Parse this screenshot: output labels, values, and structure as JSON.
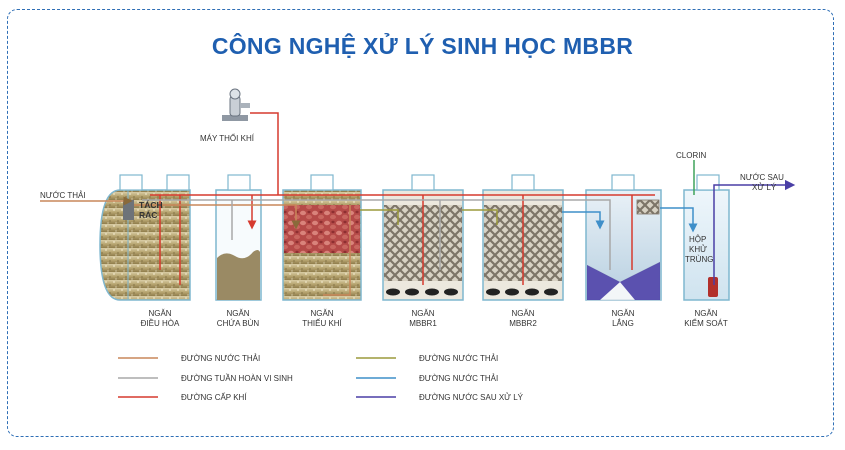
{
  "title": "CÔNG NGHỆ XỬ LÝ SINH HỌC MBBR",
  "colors": {
    "waste_water": "#c9875a",
    "recirculation": "#a8a8a8",
    "air_supply": "#d63a2e",
    "waste_water_2": "#9b9a3c",
    "waste_water_3": "#3f8fc9",
    "treated_water": "#4a3fa6",
    "frame": "#2f6fb6",
    "title": "#1f5fb0"
  },
  "labels": {
    "inlet": "NƯỚC THẢI",
    "blower": "MÁY THỔI KHÍ",
    "screen_line1": "TÁCH",
    "screen_line2": "RÁC",
    "chlorine": "CLORIN",
    "outlet_line1": "NƯỚC SAU",
    "outlet_line2": "XỬ LÝ",
    "disinfect_line1": "HỘP",
    "disinfect_line2": "KHỬ",
    "disinfect_line3": "TRÙNG"
  },
  "tanks": [
    {
      "line1": "NGĂN",
      "line2": "ĐIỀU HÒA"
    },
    {
      "line1": "NGĂN",
      "line2": "CHỨA BÙN"
    },
    {
      "line1": "NGĂN",
      "line2": "THIẾU KHÍ"
    },
    {
      "line1": "NGĂN",
      "line2": "MBBR1"
    },
    {
      "line1": "NGĂN",
      "line2": "MBBR2"
    },
    {
      "line1": "NGĂN",
      "line2": "LẮNG"
    },
    {
      "line1": "NGĂN",
      "line2": "KIỂM SOÁT"
    }
  ],
  "legend": [
    {
      "label": "ĐƯỜNG NƯỚC THẢI",
      "color": "#c9875a"
    },
    {
      "label": "ĐƯỜNG TUẦN HOÀN VI SINH",
      "color": "#a8a8a8"
    },
    {
      "label": "ĐƯỜNG CẤP KHÍ",
      "color": "#d63a2e"
    },
    {
      "label": "ĐƯỜNG NƯỚC THẢI",
      "color": "#9b9a3c"
    },
    {
      "label": "ĐƯỜNG NƯỚC THẢI",
      "color": "#3f8fc9"
    },
    {
      "label": "ĐƯỜNG NƯỚC SAU XỬ LÝ",
      "color": "#4a3fa6"
    }
  ]
}
